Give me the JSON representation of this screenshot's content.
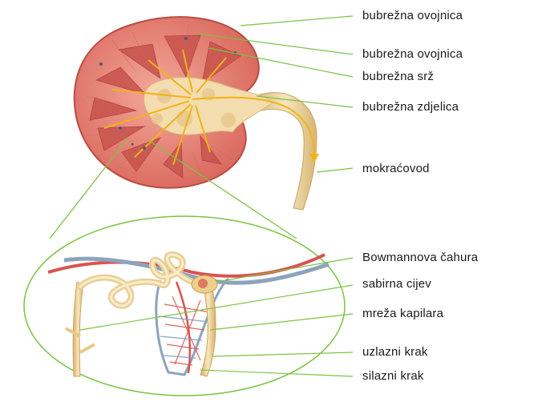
{
  "labels": {
    "kidney": [
      "bubrežna ovojnica",
      "bubrežna ovojnica",
      "bubrežna srž",
      "bubrežna zdjelica",
      "mokraćovod"
    ],
    "nephron": [
      "Bowmannova čahura",
      "sabirna cijev",
      "mreža kapilara",
      "uzlazni krak",
      "silazni krak"
    ]
  },
  "colors": {
    "leader_line": "#7cc242",
    "cortex": "#e6877a",
    "medulla": "#c9564f",
    "pelvis": "#f3dcae",
    "urine_flow": "#f2b316",
    "ureter": "#efd9a8",
    "artery": "#d9534f",
    "vein": "#8da3bd",
    "tubule": "#f1d9a0"
  }
}
